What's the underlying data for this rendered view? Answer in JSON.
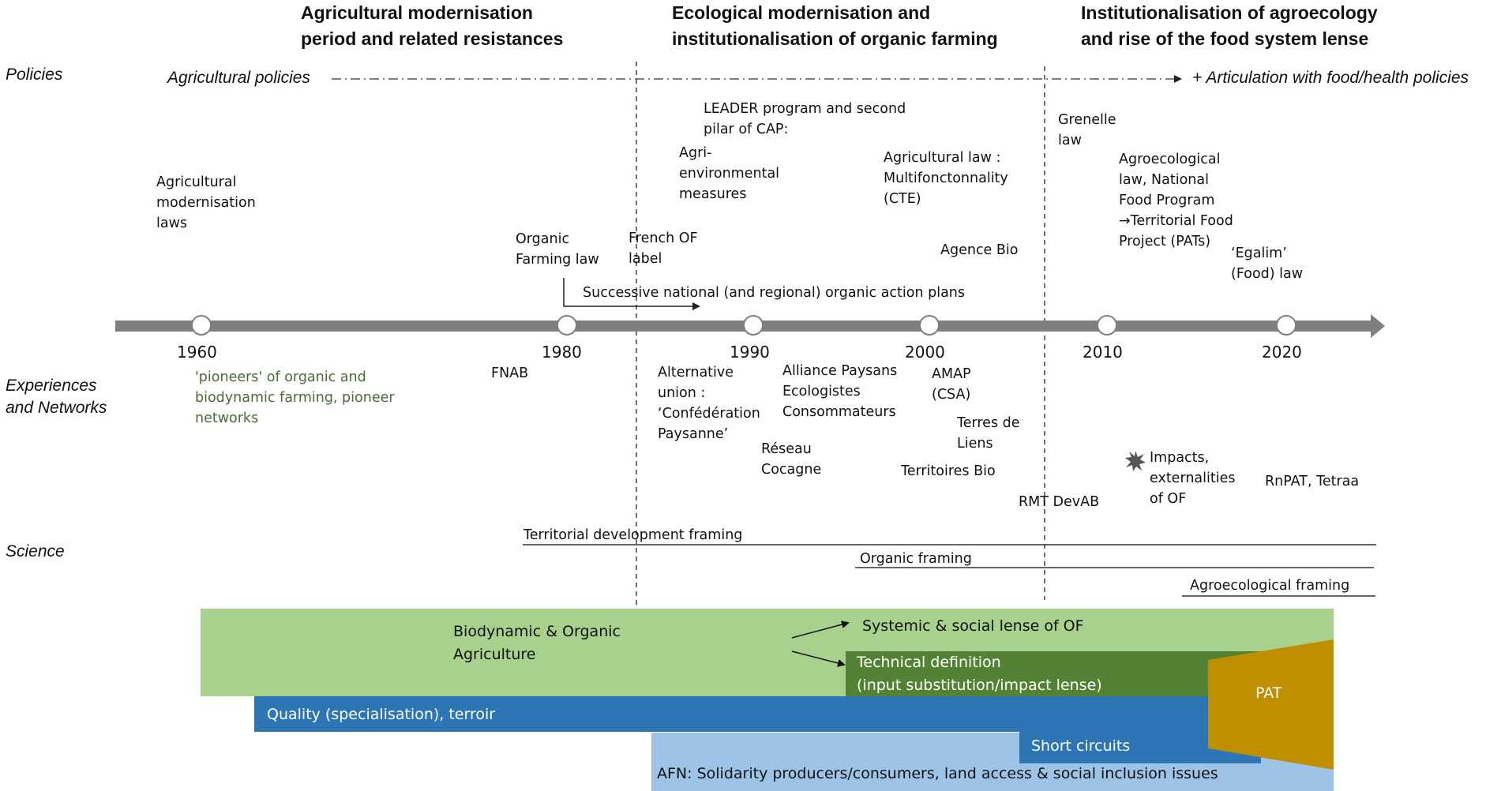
{
  "periods": [
    {
      "line1": "Agricultural  modernisation",
      "line2": "period and related resistances"
    },
    {
      "line1": "Ecological  modernisation  and",
      "line2": "institutionalisation  of organic farming"
    },
    {
      "line1": "Institutionalisation  of agroecology",
      "line2": "and rise of the food system lense"
    }
  ],
  "rows": {
    "policies": "Policies",
    "experiences_line1": "Experiences",
    "experiences_line2": "and Networks",
    "science": "Science"
  },
  "policy_arrow": {
    "start": "Agricultural policies",
    "end": "+ Articulation with food/health policies"
  },
  "timeline": {
    "years": [
      "1960",
      "1980",
      "1990",
      "2000",
      "2010",
      "2020"
    ]
  },
  "policy_events": {
    "agri_modern": [
      "Agricultural",
      "modernisation",
      "laws"
    ],
    "leader": [
      "LEADER program and second",
      "pilar of CAP:"
    ],
    "agri_env": [
      "Agri-",
      "environmental",
      "measures"
    ],
    "agri_law": [
      "Agricultural law :",
      "Multifonctonnality",
      "(CTE)"
    ],
    "grenelle": [
      "Grenelle",
      "law"
    ],
    "agroeco_law": [
      "Agroecological",
      "law, National",
      "Food  Program",
      "→Territorial Food",
      "Project (PATs)"
    ],
    "organic_law": [
      "Organic",
      "Farming law"
    ],
    "french_label": [
      "French OF",
      "label"
    ],
    "agence_bio": "Agence Bio",
    "egalim": [
      "‘Egalim’",
      "(Food)  law"
    ],
    "action_plans": "Successive national (and regional) organic action plans"
  },
  "network_events": {
    "pioneers": [
      "'pioneers' of organic and",
      "biodynamic farming, pioneer",
      "networks"
    ],
    "fnab": "FNAB",
    "alt_union": [
      "Alternative",
      "union  :",
      "‘Confédération",
      "Paysanne’"
    ],
    "alliance": [
      "Alliance Paysans",
      "Ecologistes",
      "Consommateurs"
    ],
    "amap": [
      "AMAP",
      "(CSA)"
    ],
    "terres": [
      "Terres de",
      "Liens"
    ],
    "reseau": [
      "Réseau",
      "Cocagne"
    ],
    "territoires": "Territoires Bio",
    "rmt": "RMT DevAB",
    "impacts": [
      "Impacts,",
      "externalities",
      "of OF"
    ],
    "rnpat": "RnPAT, Tetraa"
  },
  "science": {
    "territorial": "Territorial development framing",
    "organic": "Organic framing",
    "agroecological": "Agroecological framing"
  },
  "bands": {
    "biodynamic": [
      "Biodynamic & Organic",
      "Agriculture"
    ],
    "systemic": "Systemic & social lense of OF",
    "technical": [
      "Technical definition",
      "(input substitution/impact lense)"
    ],
    "quality": "Quality (specialisation), terroir",
    "pat": "PAT",
    "short": "Short  circuits",
    "afn": "AFN: Solidarity producers/consumers,  land access & social inclusion issues"
  },
  "colors": {
    "light_green": "#a9d18e",
    "dark_green": "#548235",
    "blue": "#2e75b6",
    "light_blue": "#9dc3e6",
    "gold": "#bf8f00",
    "timeline_grey": "#7f7f7f",
    "pioneer_text": "#4a6a3a"
  }
}
